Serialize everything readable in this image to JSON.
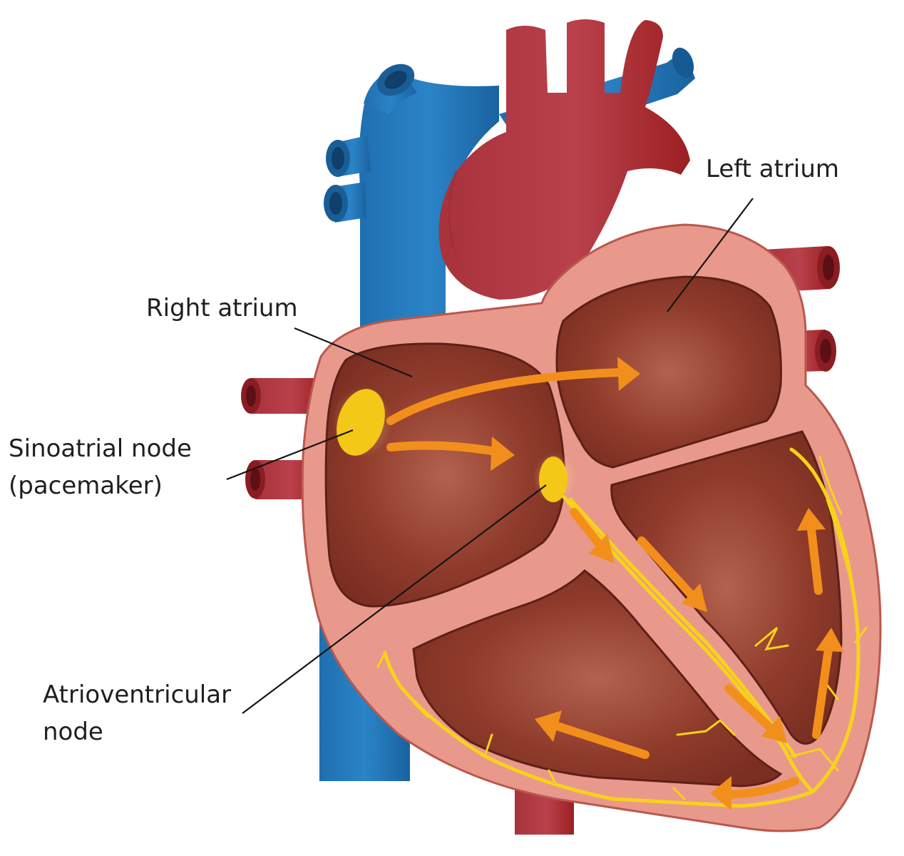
{
  "labels": {
    "left_atrium": "Left atrium",
    "right_atrium": "Right atrium",
    "sa_node_line1": "Sinoatrial node",
    "sa_node_line2": "(pacemaker)",
    "av_node_line1": "Atrioventricular",
    "av_node_line2": "node"
  },
  "colors": {
    "vein_blue": "#1f73b7",
    "artery_red": "#b33a45",
    "heart_wall": "#e8998c",
    "chamber": "#8c3a2a",
    "node_yellow": "#f4c816",
    "signal_arrow": "#f28f1c",
    "purkinje": "#f7d21b"
  }
}
